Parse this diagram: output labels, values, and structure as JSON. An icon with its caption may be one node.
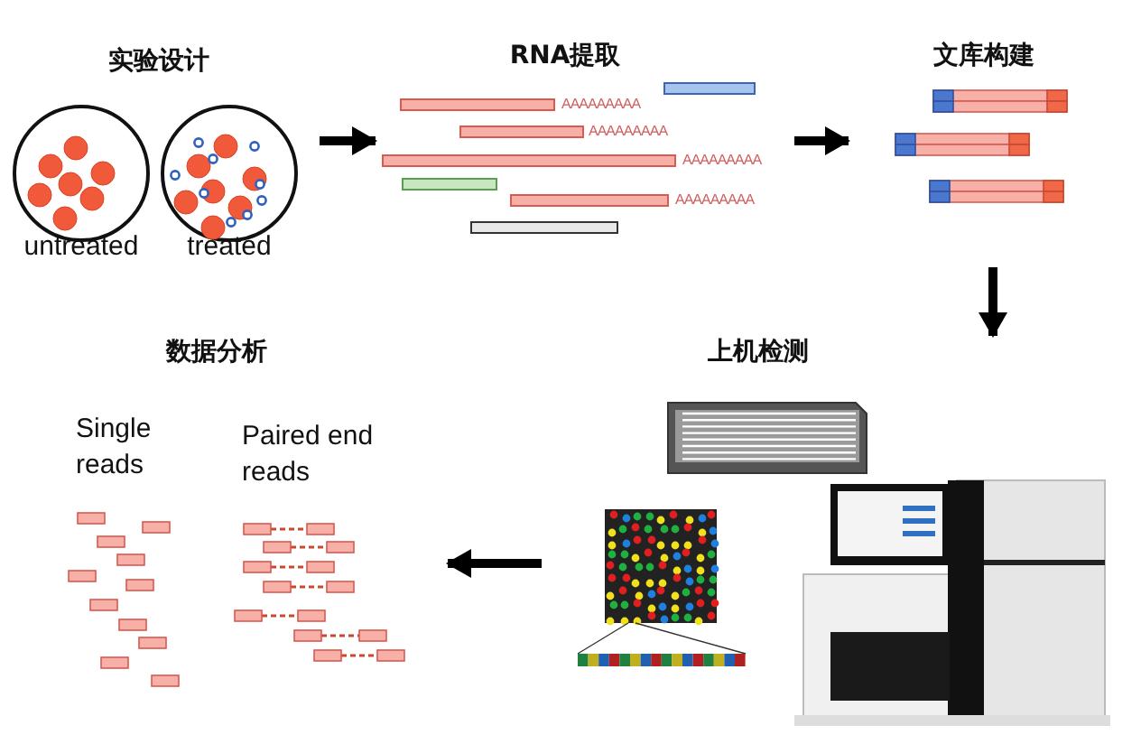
{
  "diagram": {
    "nodes": [
      {
        "text": [
          "实验设计"
        ]
      },
      {
        "text": [
          "untreated"
        ],
        "in": 0
      },
      {
        "text": [
          "treated"
        ],
        "in": 0
      },
      {
        "text": [
          "RNA提取"
        ]
      },
      {
        "text": [
          "文库构建"
        ]
      },
      {
        "text": [
          "上机检测"
        ]
      },
      {
        "text": [
          "数据分析"
        ]
      },
      {
        "text": [
          "Single reads"
        ],
        "in": 6
      },
      {
        "text": [
          "Paired end reads"
        ],
        "in": 6
      }
    ],
    "edges": [
      {
        "from": 0,
        "to": 3,
        "arrow": "to"
      },
      {
        "from": 3,
        "to": 4,
        "arrow": "to"
      },
      {
        "from": 4,
        "to": 5,
        "arrow": "to"
      },
      {
        "from": 5,
        "to": 6,
        "arrow": "to"
      }
    ],
    "labels": [
      "AAAAAAAAA",
      "AAAAAAAAA",
      "AAAAAAAAA",
      "AAAAAAAAA"
    ]
  }
}
